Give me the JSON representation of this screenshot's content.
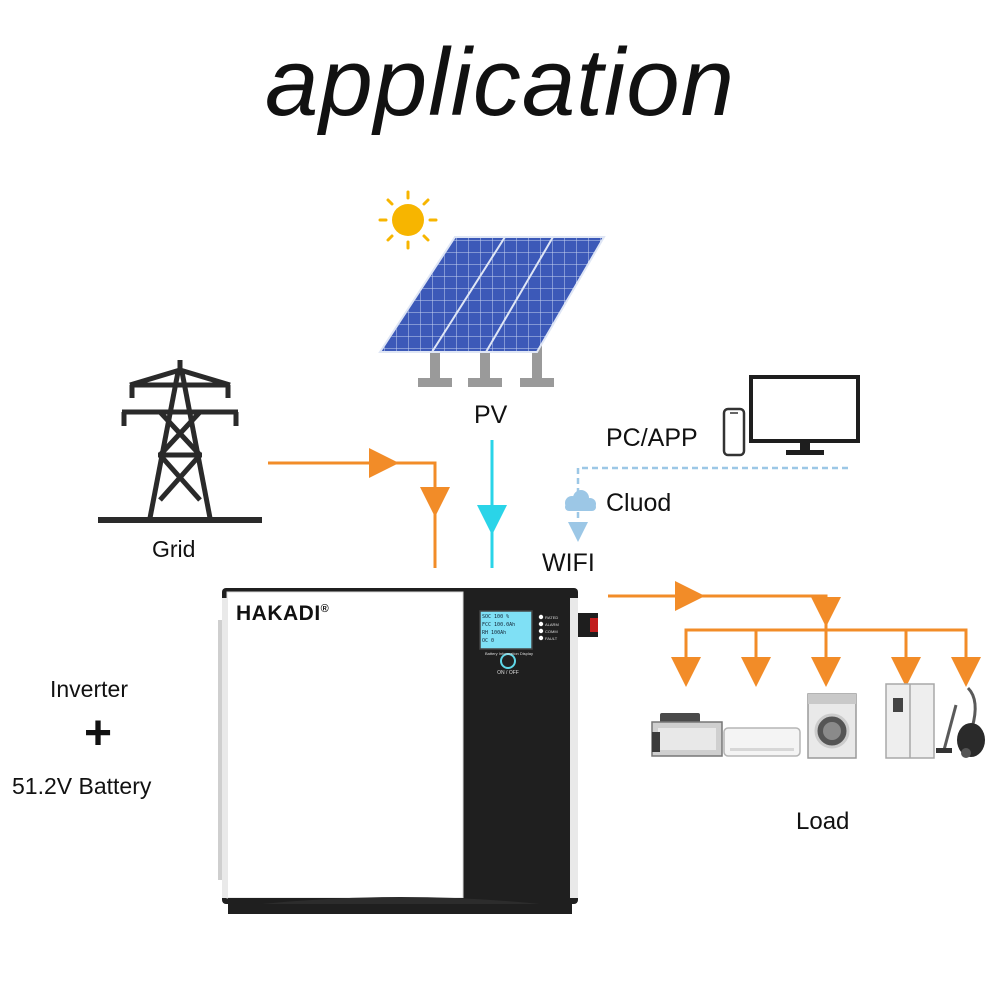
{
  "title": "application",
  "labels": {
    "pv": "PV",
    "grid": "Grid",
    "pc_app": "PC/APP",
    "cloud": "Cluod",
    "wifi": "WIFI",
    "inverter": "Inverter",
    "plus": "+",
    "battery": "51.2V Battery",
    "load": "Load"
  },
  "device": {
    "brand": "HAKADI",
    "registered": "®",
    "display_rows": [
      {
        "label": "SOC",
        "value": "100",
        "unit": "%"
      },
      {
        "label": "FCC",
        "value": "100.0Ah",
        "unit": ""
      },
      {
        "label": "RH",
        "value": "100Ah",
        "unit": ""
      },
      {
        "label": "OC",
        "value": "0",
        "unit": ""
      }
    ],
    "display_caption": "Battery Information Display",
    "power_label": "ON / OFF",
    "indicators": [
      "RATED",
      "ALARM",
      "COMM",
      "FAULT"
    ]
  },
  "colors": {
    "grid_flow": "#f28c28",
    "pv_flow": "#2ad4e8",
    "wifi_flow": "#9cc7e6",
    "panel": "#3a56b0",
    "sun": "#f7b500",
    "device_dark": "#1f1f1f"
  }
}
